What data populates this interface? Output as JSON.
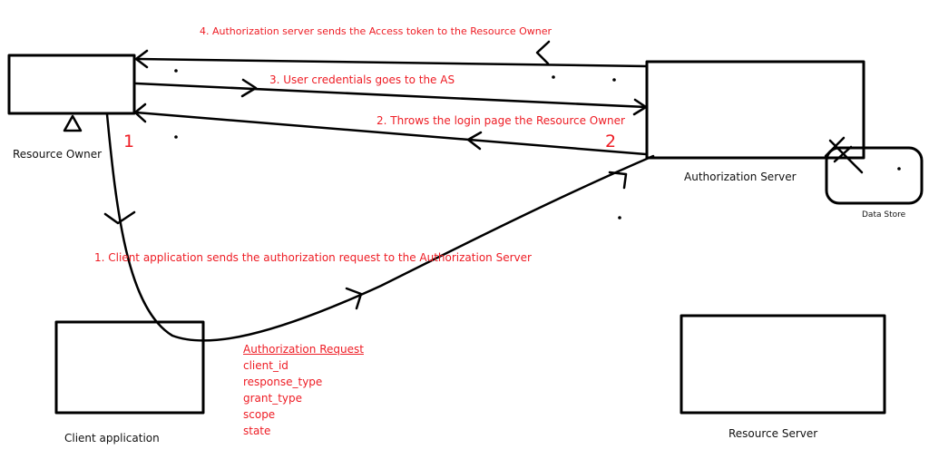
{
  "nodes": {
    "resource_owner": "Resource Owner",
    "authorization_server": "Authorization Server",
    "data_store": "Data Store",
    "client_application": "Client application",
    "resource_server": "Resource Server"
  },
  "steps": {
    "step1": "1. Client application sends the authorization request to the Authorization Server",
    "step2": "2. Throws the login page the Resource Owner",
    "step3": "3. User credentials goes to the AS",
    "step4": "4. Authorization server sends the Access token to the Resource Owner"
  },
  "markers": {
    "one": "1",
    "two": "2"
  },
  "authorization_request": {
    "title": "Authorization Request",
    "params": [
      "client_id",
      "response_type",
      "grant_type",
      "scope",
      "state"
    ]
  },
  "colors": {
    "line": "#000000",
    "annotation": "#ee1c24"
  }
}
